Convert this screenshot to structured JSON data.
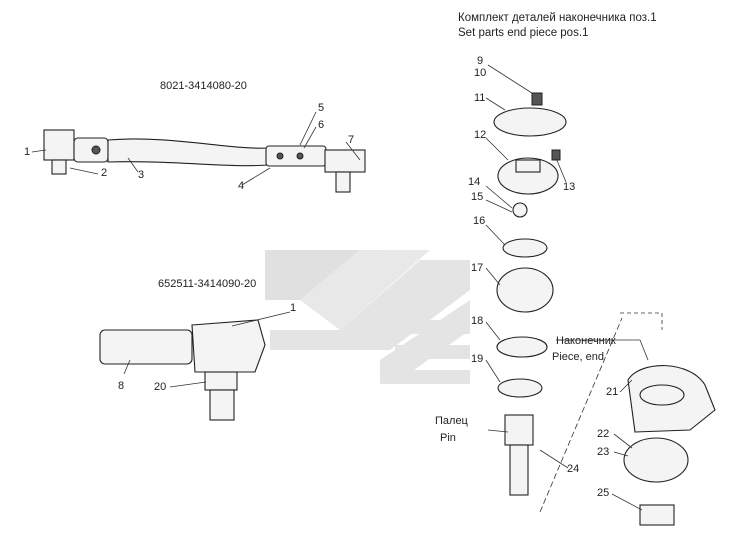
{
  "assembly_numbers": {
    "top": "8021-3414080-20",
    "bottom": "652511-3414090-20"
  },
  "set_title": {
    "ru": "Комплект деталей наконечника поз.1",
    "en": "Set parts end piece  pos.1"
  },
  "callouts": {
    "pin_ru": "Палец",
    "pin_en": "Pin",
    "piece_ru": "Наконечник",
    "piece_en": "Piece, end"
  },
  "positions": [
    "1",
    "2",
    "3",
    "4",
    "5",
    "6",
    "7",
    "1",
    "8",
    "20",
    "9",
    "10",
    "11",
    "12",
    "13",
    "14",
    "15",
    "16",
    "17",
    "18",
    "19",
    "21",
    "22",
    "23",
    "24",
    "25"
  ]
}
